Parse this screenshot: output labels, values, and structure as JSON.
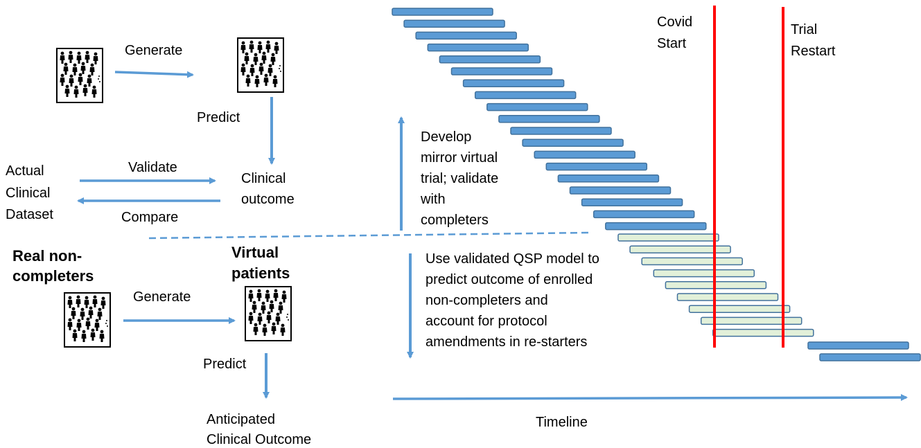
{
  "labels": {
    "generate_top": "Generate",
    "predict_top": "Predict",
    "validate": "Validate",
    "compare": "Compare",
    "actual_dataset": [
      "Actual",
      "Clinical",
      "Dataset"
    ],
    "clinical_outcome": [
      "Clinical",
      "outcome"
    ],
    "real_noncompleters": [
      "Real non-",
      "completers"
    ],
    "virtual_patients": [
      "Virtual",
      "patients"
    ],
    "generate_bottom": "Generate",
    "predict_bottom": "Predict",
    "anticipated_outcome": [
      "Anticipated",
      "Clinical Outcome"
    ],
    "develop_mirror": [
      "Develop",
      "mirror virtual",
      "trial; validate",
      "with",
      "completers"
    ],
    "use_validated": [
      "Use validated QSP model to",
      "predict outcome of enrolled",
      "non-completers and",
      "account for protocol",
      "amendments in re-starters"
    ],
    "covid_start": [
      "Covid",
      "Start"
    ],
    "trial_restart": [
      "Trial",
      "Restart"
    ],
    "timeline": "Timeline"
  },
  "colors": {
    "arrow": "#5b9bd5",
    "bar_completer": "#5b9bd5",
    "bar_completer_stroke": "#41719c",
    "bar_noncompleter": "#e2f0d9",
    "bar_noncompleter_stroke": "#41719c",
    "event_line": "#ff0000"
  },
  "icons": [
    "population-icon-top-left",
    "population-icon-top-right",
    "population-icon-bottom-left",
    "population-icon-bottom-right"
  ]
}
